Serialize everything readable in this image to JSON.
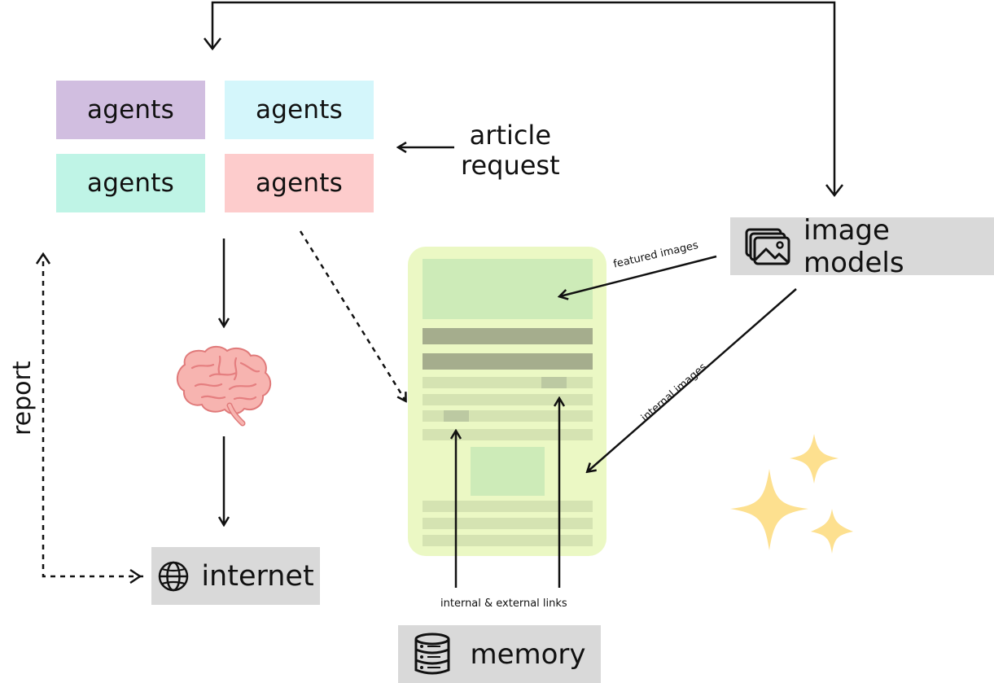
{
  "agents": [
    {
      "label": "agents",
      "color": "#d1bee0"
    },
    {
      "label": "agents",
      "color": "#d4f6fb"
    },
    {
      "label": "agents",
      "color": "#bff4e6"
    },
    {
      "label": "agents",
      "color": "#fdcccc"
    }
  ],
  "article_request": {
    "line1": "article",
    "line2": "request"
  },
  "image_models": {
    "label": "image models",
    "icon": "images-icon"
  },
  "internet": {
    "label": "internet",
    "icon": "globe-icon"
  },
  "memory": {
    "label": "memory",
    "icon": "database-icon"
  },
  "report_label": "report",
  "edge_labels": {
    "featured_images": "featured images",
    "internal_images": "internal images",
    "links": "internal & external links"
  },
  "colors": {
    "article_bg": "#ebf8c4",
    "article_image": "#cdebb8",
    "article_heading": "#a5ad8d",
    "article_line": "#d5e3b2",
    "article_highlight": "#bcc9a2",
    "sparkle": "#fde08f",
    "gray_box": "#d9d9d9",
    "brain": "#f49a9a"
  }
}
